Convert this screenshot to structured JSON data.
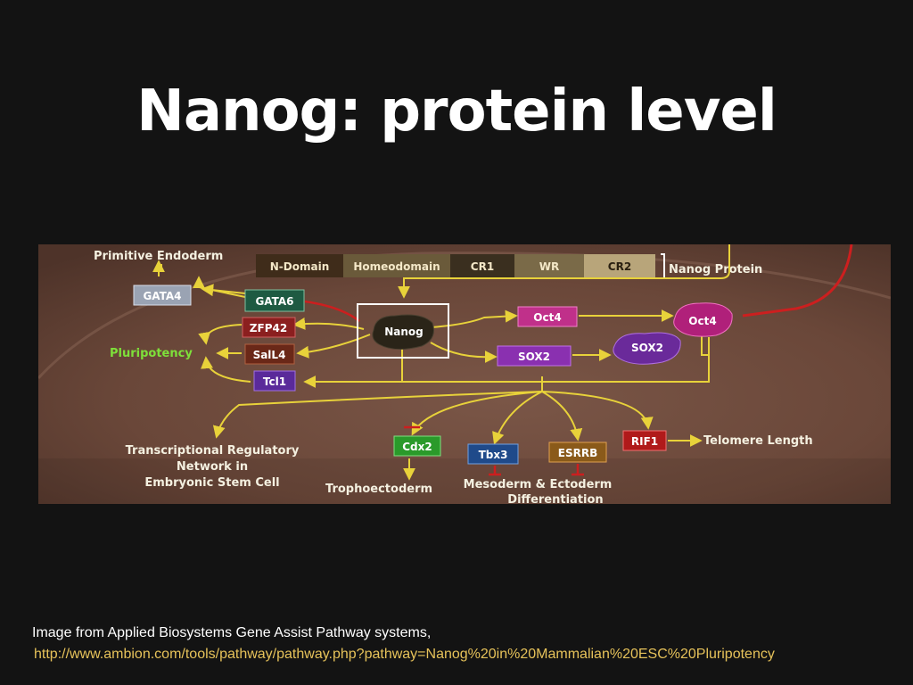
{
  "slide": {
    "title": "Nanog: protein level",
    "caption": "Image from Applied Biosystems Gene Assist Pathway systems,",
    "link": "http://www.ambion.com/tools/pathway/pathway.php?pathway=Nanog%20in%20Mammalian%20ESC%20Pluripotency"
  },
  "diagram": {
    "protein_domains": {
      "n_domain": "N-Domain",
      "homeodomain": "Homeodomain",
      "cr1": "CR1",
      "wr": "WR",
      "cr2": "CR2",
      "label": "Nanog Protein"
    },
    "nodes": {
      "primitive_endoderm": "Primitive Endoderm",
      "gata4": "GATA4",
      "gata6": "GATA6",
      "zfp42": "ZFP42",
      "pluripotency": "Pluripotency",
      "sall4": "SalL4",
      "tcl1": "Tcl1",
      "nanog": "Nanog",
      "oct4_gene": "Oct4",
      "oct4_protein": "Oct4",
      "sox2_gene": "SOX2",
      "sox2_protein": "SOX2",
      "cdx2": "Cdx2",
      "tbx3": "Tbx3",
      "esrrb": "ESRRB",
      "rif1": "RIF1",
      "telomere_length": "Telomere Length",
      "trophoectoderm": "Trophoectoderm",
      "mesoderm_ectoderm": "Mesoderm & Ectoderm",
      "differentiation": "Differentiation",
      "trn_line1": "Transcriptional Regulatory",
      "trn_line2": "Network in",
      "trn_line3": "Embryonic Stem Cell"
    },
    "colors": {
      "background": "#6b4a3c",
      "arrow": "#e8d23a",
      "inhibit": "#cc1f1f",
      "pluripotency": "#7ee03a"
    }
  }
}
